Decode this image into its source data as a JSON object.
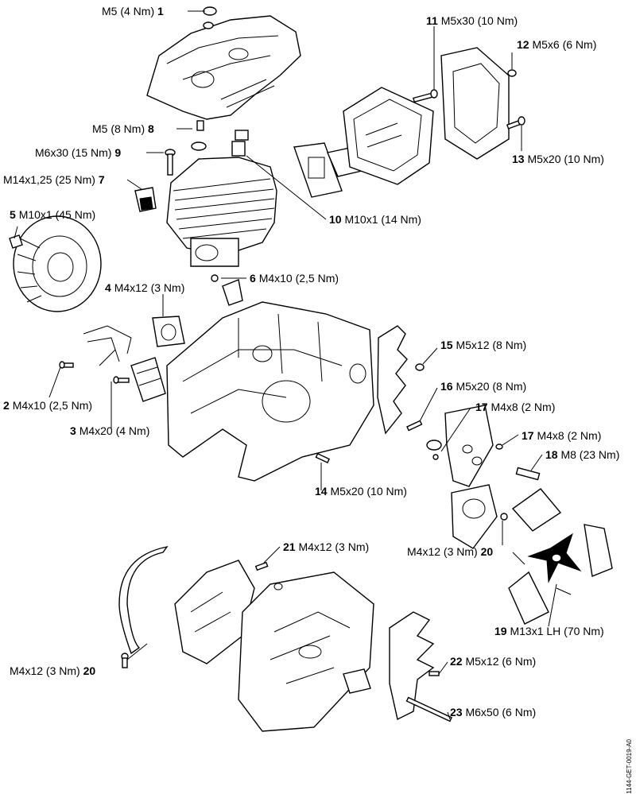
{
  "document_id": "1144-GET-0019-A0",
  "callouts": [
    {
      "number": "1",
      "spec": "M5 (4 Nm)",
      "label_side": "left"
    },
    {
      "number": "2",
      "spec": "M4x10 (2,5 Nm)",
      "label_side": "right"
    },
    {
      "number": "3",
      "spec": "M4x20 (4 Nm)",
      "label_side": "right"
    },
    {
      "number": "4",
      "spec": "M4x12 (3 Nm)",
      "label_side": "right"
    },
    {
      "number": "5",
      "spec": "M10x1 (45 Nm)",
      "label_side": "right"
    },
    {
      "number": "6",
      "spec": "M4x10 (2,5 Nm)",
      "label_side": "right"
    },
    {
      "number": "7",
      "spec": "M14x1,25 (25 Nm)",
      "label_side": "left"
    },
    {
      "number": "8",
      "spec": "M5 (8 Nm)",
      "label_side": "left"
    },
    {
      "number": "9",
      "spec": "M6x30 (15 Nm)",
      "label_side": "left"
    },
    {
      "number": "10",
      "spec": "M10x1 (14 Nm)",
      "label_side": "right"
    },
    {
      "number": "11",
      "spec": "M5x30 (10 Nm)",
      "label_side": "right"
    },
    {
      "number": "12",
      "spec": "M5x6 (6 Nm)",
      "label_side": "right"
    },
    {
      "number": "13",
      "spec": "M5x20 (10 Nm)",
      "label_side": "right"
    },
    {
      "number": "14",
      "spec": "M5x20 (10 Nm)",
      "label_side": "right"
    },
    {
      "number": "15",
      "spec": "M5x12 (8 Nm)",
      "label_side": "right"
    },
    {
      "number": "16",
      "spec": "M5x20 (8 Nm)",
      "label_side": "right"
    },
    {
      "number": "17",
      "spec": "M4x8 (2 Nm)",
      "label_side": "right"
    },
    {
      "number": "17",
      "spec": "M4x8 (2 Nm)",
      "label_side": "right"
    },
    {
      "number": "18",
      "spec": "M8 (23 Nm)",
      "label_side": "right"
    },
    {
      "number": "20",
      "spec": "M4x12 (3 Nm)",
      "label_side": "left"
    },
    {
      "number": "19",
      "spec": "M13x1 LH (70 Nm)",
      "label_side": "right"
    },
    {
      "number": "21",
      "spec": "M4x12 (3 Nm)",
      "label_side": "right"
    },
    {
      "number": "20",
      "spec": "M4x12 (3 Nm)",
      "label_side": "left"
    },
    {
      "number": "22",
      "spec": "M5x12 (6 Nm)",
      "label_side": "right"
    },
    {
      "number": "23",
      "spec": "M6x50 (6 Nm)",
      "label_side": "right"
    }
  ]
}
